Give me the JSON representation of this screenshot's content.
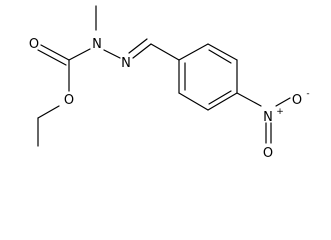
{
  "molecule": {
    "atom_labels": {
      "carbonyl_oxygen": "O",
      "ester_oxygen": "O",
      "amine_nitrogen": "N",
      "imine_nitrogen": "N",
      "nitro_nitrogen": "N",
      "nitro_nitrogen_charge": "+",
      "nitro_oxygen_anion": "O",
      "nitro_oxygen_anion_charge": "-",
      "nitro_oxygen": "O"
    },
    "line_color": "#000000",
    "background": "#ffffff"
  }
}
